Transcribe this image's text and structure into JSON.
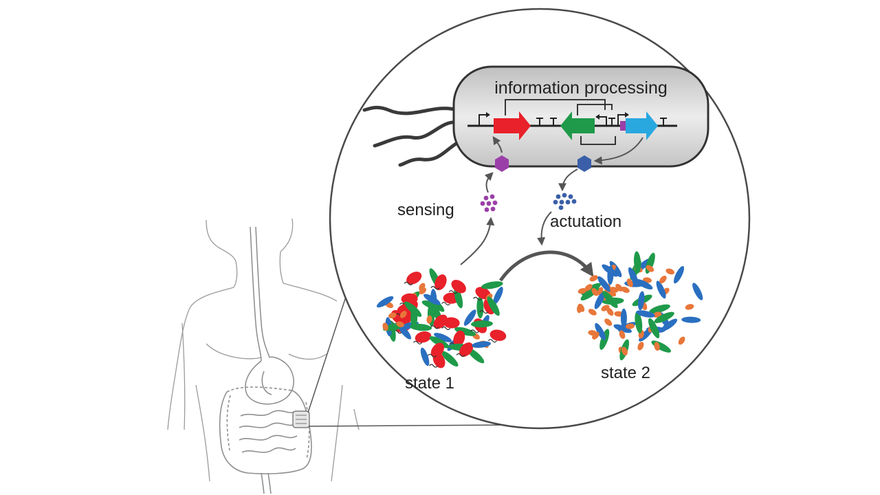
{
  "labels": {
    "information_processing": "information processing",
    "sensing": "sensing",
    "actutation": "actutation",
    "state1": "state 1",
    "state2": "state 2"
  },
  "colors": {
    "outline": "#4a4a4a",
    "body_line": "#9a9a9a",
    "red": "#e8212a",
    "green": "#1f9a4a",
    "blue": "#2a6fc0",
    "cyan": "#29a8e0",
    "orange": "#e8773a",
    "purple": "#9b3fa8",
    "signal_blue": "#3a5fa8",
    "cell_fill": "#d9d9d9"
  }
}
